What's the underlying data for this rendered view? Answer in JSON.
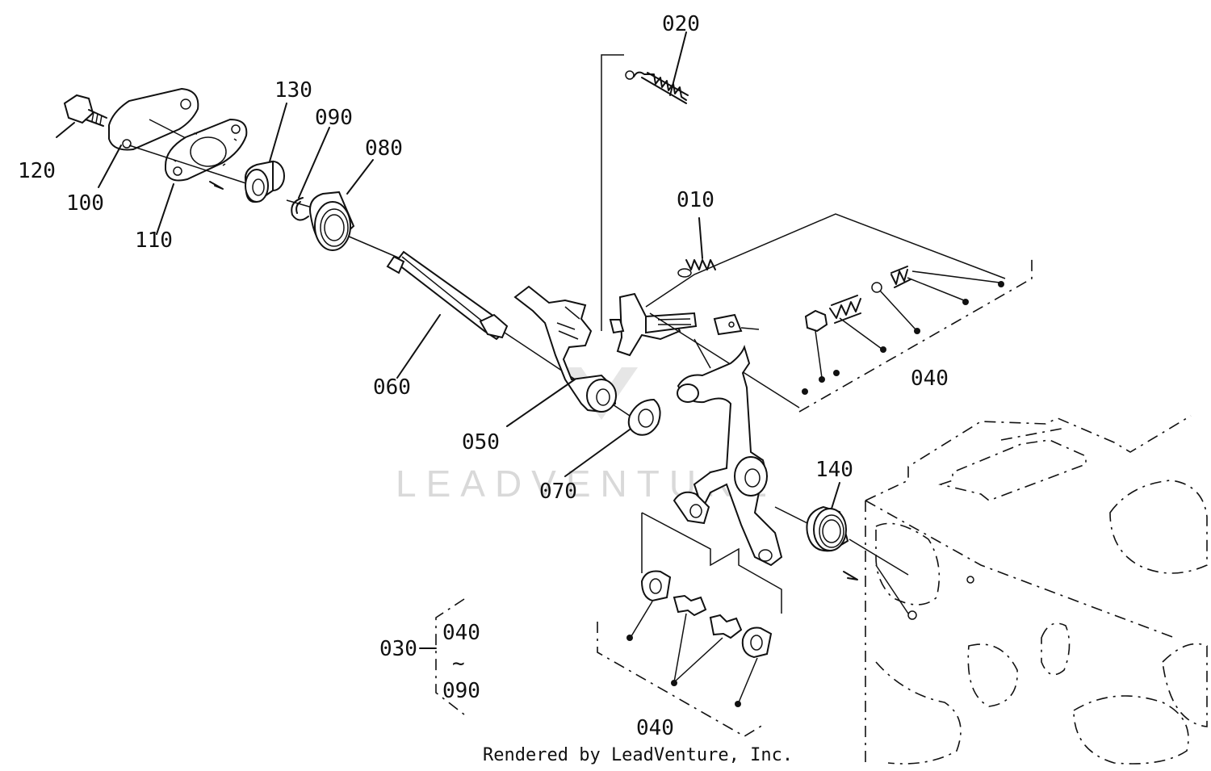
{
  "labels": {
    "p010": "010",
    "p020": "020",
    "p030": "030",
    "p040a": "040",
    "p040b": "040",
    "p040c": "040",
    "p050": "050",
    "p060": "060",
    "p070": "070",
    "p080": "080",
    "p090a": "090",
    "p090b": "090",
    "p100": "100",
    "p110": "110",
    "p120": "120",
    "p130": "130",
    "p140": "140",
    "range_sep": "~"
  },
  "watermark": "LEADVENTURE",
  "footer": "Rendered by LeadVenture, Inc."
}
